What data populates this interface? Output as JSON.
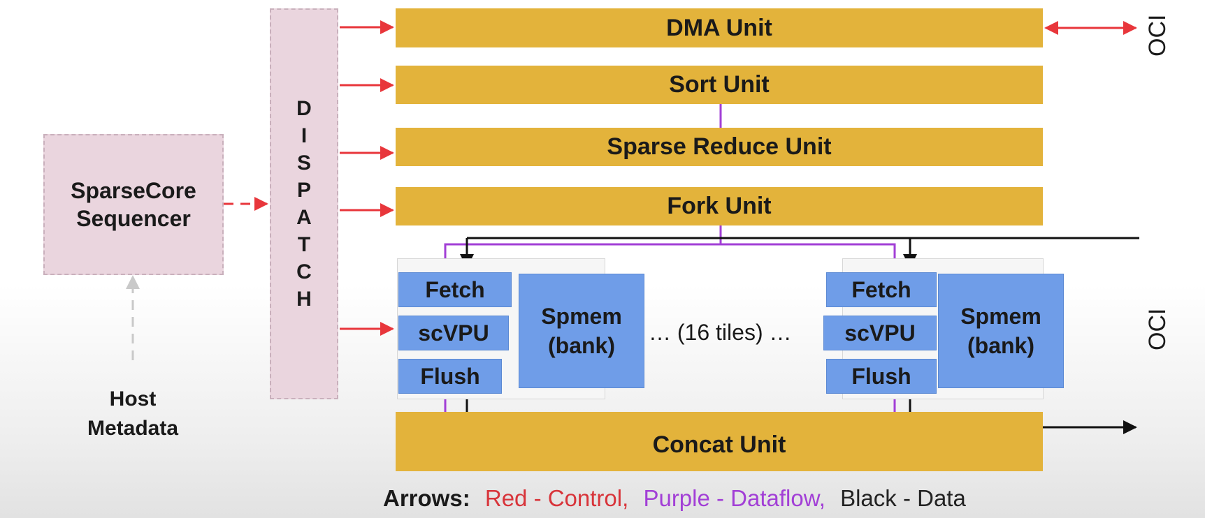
{
  "units": {
    "dma": "DMA Unit",
    "sort": "Sort Unit",
    "sparse_reduce": "Sparse Reduce Unit",
    "fork": "Fork Unit",
    "concat": "Concat Unit"
  },
  "sequencer": {
    "line1": "SparseCore",
    "line2": "Sequencer"
  },
  "dispatch": {
    "letters": [
      "D",
      "I",
      "S",
      "P",
      "A",
      "T",
      "C",
      "H"
    ]
  },
  "host_metadata": {
    "line1": "Host",
    "line2": "Metadata"
  },
  "tile_left": {
    "fetch": "Fetch",
    "scvpu": "scVPU",
    "flush": "Flush",
    "spmem_line1": "Spmem",
    "spmem_line2": "(bank)"
  },
  "tile_right": {
    "fetch": "Fetch",
    "scvpu": "scVPU",
    "flush": "Flush",
    "spmem_line1": "Spmem",
    "spmem_line2": "(bank)"
  },
  "tiles_count": "… (16 tiles) …",
  "oci_top": "OCI",
  "oci_mid": "OCI",
  "legend": {
    "prefix": "Arrows:",
    "red": "Red - Control,",
    "purple": "Purple - Dataflow,",
    "black": "Black - Data"
  },
  "colors": {
    "control": "#e8363b",
    "dataflow": "#a23fd6",
    "data": "#111111",
    "unit": "#e3b33b",
    "tile_block": "#6f9de8",
    "sequencer": "#ead5de"
  }
}
